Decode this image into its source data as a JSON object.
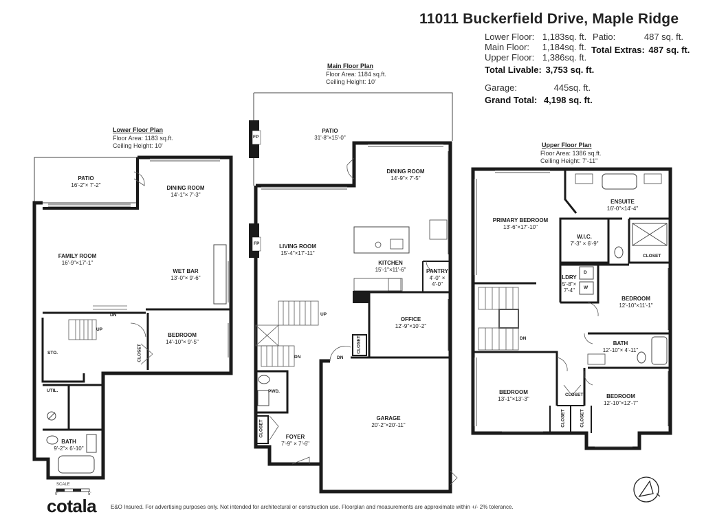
{
  "title": "11011 Buckerfield Drive, Maple Ridge",
  "summary": {
    "lower": {
      "label": "Lower Floor:",
      "value": "1,183",
      "unit": "sq. ft."
    },
    "main": {
      "label": "Main Floor:",
      "value": "1,184",
      "unit": "sq. ft."
    },
    "upper": {
      "label": "Upper Floor:",
      "value": "1,386",
      "unit": "sq. ft."
    },
    "livable": {
      "label": "Total Livable:",
      "value": "3,753 sq. ft."
    },
    "garage": {
      "label": "Garage:",
      "value": "445",
      "unit": "sq. ft."
    },
    "grand": {
      "label": "Grand Total:",
      "value": "4,198 sq. ft."
    },
    "patio": {
      "label": "Patio:",
      "value": "487 sq. ft."
    },
    "extras": {
      "label": "Total Extras:",
      "value": "487 sq. ft."
    }
  },
  "plans": {
    "lower": {
      "heading": "Lower Floor Plan",
      "area": "Floor Area: 1183 sq.ft.",
      "ceiling": "Ceiling Height: 10'"
    },
    "main": {
      "heading": "Main Floor Plan",
      "area": "Floor Area: 1184 sq.ft.",
      "ceiling": "Ceiling Height: 10'"
    },
    "upper": {
      "heading": "Upper Floor Plan",
      "area": "Floor Area: 1386 sq.ft.",
      "ceiling": "Ceiling Height: 7'-11\""
    }
  },
  "rooms": {
    "l_patio": {
      "name": "PATIO",
      "dim": "16'-2\"× 7'-2\""
    },
    "l_dining": {
      "name": "DINING ROOM",
      "dim": "14'-1\"× 7'-3\""
    },
    "l_family": {
      "name": "FAMILY ROOM",
      "dim": "16'-9\"×17'-1\""
    },
    "l_wetbar": {
      "name": "WET BAR",
      "dim": "13'-0\"× 9'-6\""
    },
    "l_bedroom": {
      "name": "BEDROOM",
      "dim": "14'-10\"× 9'-5\""
    },
    "l_bath": {
      "name": "BATH",
      "dim": "9'-2\"× 6'-10\""
    },
    "m_patio": {
      "name": "PATIO",
      "dim": "31'-8\"×15'-0\""
    },
    "m_dining": {
      "name": "DINING ROOM",
      "dim": "14'-9\"× 7'-5\""
    },
    "m_living": {
      "name": "LIVING ROOM",
      "dim": "15'-4\"×17'-11\""
    },
    "m_kitchen": {
      "name": "KITCHEN",
      "dim": "15'-1\"×11'-6\""
    },
    "m_pantry": {
      "name": "PANTRY",
      "dim": "4'-0\" ×",
      "dim2": "4'-0\""
    },
    "m_office": {
      "name": "OFFICE",
      "dim": "12'-9\"×10'-2\""
    },
    "m_garage": {
      "name": "GARAGE",
      "dim": "20'-2\"×20'-11\""
    },
    "m_foyer": {
      "name": "FOYER",
      "dim": "7'-9\" × 7'-6\""
    },
    "u_primary": {
      "name": "PRIMARY BEDROOM",
      "dim": "13'-6\"×17'-10\""
    },
    "u_ensuite": {
      "name": "ENSUITE",
      "dim": "16'-0\"×14'-4\""
    },
    "u_wic": {
      "name": "W.I.C.",
      "dim": "7'-3\" × 6'-9\""
    },
    "u_ldry": {
      "name": "LDRY",
      "dim": "5'-8\"×",
      "dim2": "7'-4\""
    },
    "u_bed2": {
      "name": "BEDROOM",
      "dim": "12'-10\"×11'-1\""
    },
    "u_bath": {
      "name": "BATH",
      "dim": "12'-10\"× 4'-11\""
    },
    "u_bed3": {
      "name": "BEDROOM",
      "dim": "13'-1\"×13'-3\""
    },
    "u_bed4": {
      "name": "BEDROOM",
      "dim": "12'-10\"×12'-7\""
    }
  },
  "tags": {
    "sto": "STO.",
    "util": "UTIL.",
    "closet": "CLOSET",
    "pwd": "PWD.",
    "fp": "FP",
    "up": "UP",
    "dn": "DN",
    "d": "D",
    "w": "W"
  },
  "footer": {
    "logo": "cotala",
    "disclaimer": "E&O Insured. For advertising purposes only. Not intended for architectural or construction use. Floorplan and measurements are approximate within +/- 2% tolerance.",
    "scale": "SCALE",
    "scale_0": "0'",
    "scale_5": "5'"
  }
}
